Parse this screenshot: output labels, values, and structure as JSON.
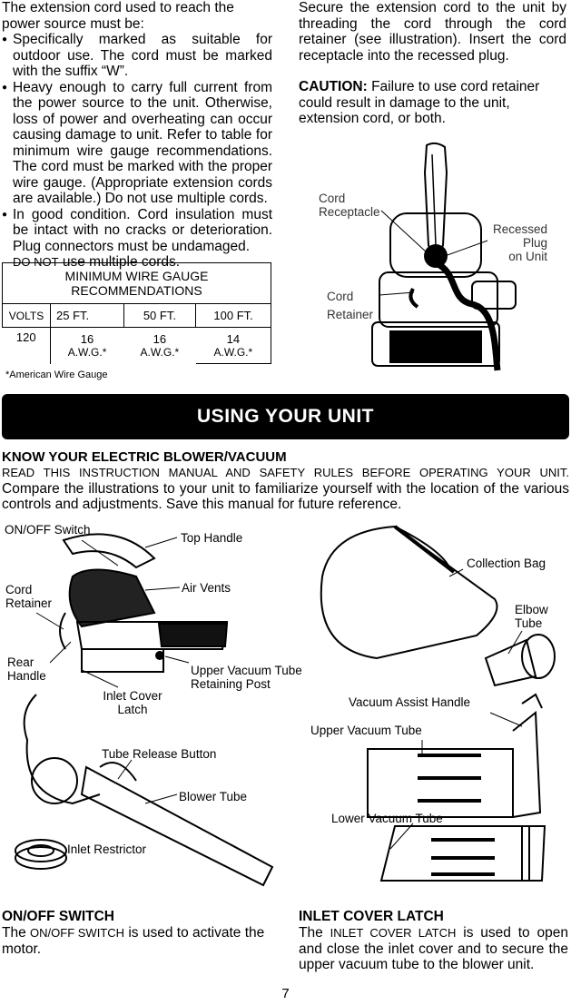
{
  "left_col": {
    "intro": "The extension cord used to reach the power source must be:",
    "bullets": [
      "Specifically marked as suitable for outdoor use. The cord must be marked with the suffix “W”.",
      "Heavy enough to carry full current from the power source to the unit. Otherwise, loss of power and overheating can occur causing damage to unit. Refer to table for minimum wire gauge recommendations. The cord must be marked with the proper wire gauge. (Appropriate extension cords are available.) Do not use multiple cords.",
      "In good condition. Cord insulation must be intact with no cracks or deterioration. Plug connectors must be undamaged."
    ],
    "donot": "DO NOT",
    "donot_tail": "use multiple cords."
  },
  "table": {
    "title_line1": "MINIMUM WIRE GAUGE",
    "title_line2": "RECOMMENDATIONS",
    "volts_label": "VOLTS",
    "lengths": [
      "25 FT.",
      "50 FT.",
      "100 FT."
    ],
    "volts_value": "120",
    "gauges": [
      "16",
      "16",
      "14"
    ],
    "awg": [
      "A.W.G.*",
      "A.W.G.*",
      "A.W.G.*"
    ],
    "footnote": "*American Wire Gauge"
  },
  "right_col": {
    "para": "Secure the extension cord to the unit by threading the cord through the cord retainer (see illustration). Insert the cord receptacle into the recessed plug.",
    "caution_label": "CAUTION:",
    "caution_text": "Failure to use cord retainer could result in damage to the unit, extension cord, or both."
  },
  "cord_figure": {
    "receptacle_l1": "Cord",
    "receptacle_l2": "Receptacle",
    "recessed_l1": "Recessed",
    "recessed_l2": "Plug",
    "recessed_l3": "on Unit",
    "retainer_l1": "Cord",
    "retainer_l2": "Retainer"
  },
  "banner": "USING YOUR UNIT",
  "know": {
    "heading": "KNOW YOUR ELECTRIC BLOWER/VACUUM",
    "caps": "READ THIS INSTRUCTION MANUAL AND SAFETY RULES BEFORE OPERATING YOUR UNIT.",
    "rest": "Compare the illustrations to your unit to familiarize yourself with the location of the various controls and adjustments. Save this manual for future reference."
  },
  "labels": {
    "on_off": "ON/OFF Switch",
    "top_handle": "Top Handle",
    "cord_retainer_l1": "Cord",
    "cord_retainer_l2": "Retainer",
    "air_vents": "Air Vents",
    "rear_l1": "Rear",
    "rear_l2": "Handle",
    "upper_post_l1": "Upper Vacuum Tube",
    "upper_post_l2": "Retaining Post",
    "inlet_cover_l1": "Inlet Cover",
    "inlet_cover_l2": "Latch",
    "tube_release": "Tube Release Button",
    "blower_tube": "Blower Tube",
    "inlet_restrictor": "Inlet Restrictor",
    "collection_bag": "Collection Bag",
    "elbow_l1": "Elbow",
    "elbow_l2": "Tube",
    "vac_assist": "Vacuum Assist Handle",
    "upper_tube": "Upper Vacuum Tube",
    "lower_tube": "Lower Vacuum Tube"
  },
  "onoff_section": {
    "heading": "ON/OFF SWITCH",
    "pre": "The",
    "caps": "ON/OFF SWITCH",
    "post": "is used to activate the motor."
  },
  "inlet_section": {
    "heading": "INLET COVER LATCH",
    "pre": "The",
    "caps": "INLET COVER LATCH",
    "post": "is used to open and close the inlet cover and to secure the upper vacuum tube to the blower unit."
  },
  "page_number": "7"
}
